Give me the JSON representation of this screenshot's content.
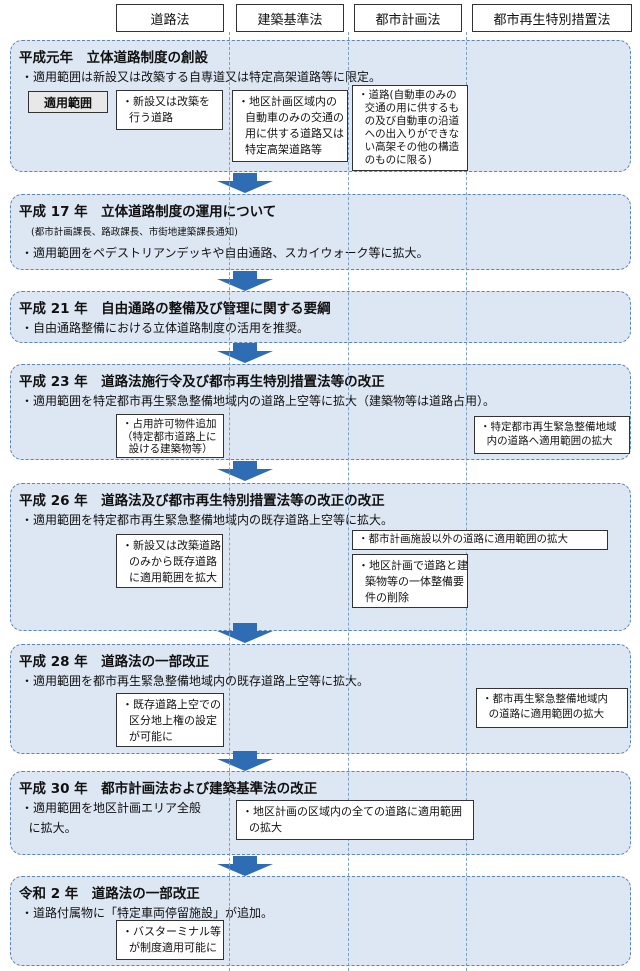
{
  "header": {
    "road_law": "道路法",
    "building_law": "建築基準法",
    "city_planning_law": "都市計画法",
    "urban_renaissance_law": "都市再生特別措置法"
  },
  "colors": {
    "panel_fill": "#dde6f3",
    "panel_border": "#5b84b8",
    "arrow": "#2e6db4"
  },
  "sections": [
    {
      "title": "平成元年　立体道路制度の創設",
      "bullet": "・適用範囲は新設又は改築する自専道又は特定高架道路等に限定。",
      "tag": "適用範囲",
      "boxes": [
        [
          "・新設又は改築を",
          "  行う道路"
        ],
        [
          "・地区計画区域内の",
          "  自動車のみの交通の",
          "  用に供する道路又は",
          "  特定高架道路等"
        ],
        [
          "・道路(自動車のみの",
          "  交通の用に供するも",
          "  の及び自動車の沿道",
          "  への出入りができな",
          "  い高架その他の構造",
          "  のものに限る)"
        ]
      ]
    },
    {
      "title": "平成 17 年　立体道路制度の運用について",
      "note": "(都市計画課長、路政課長、市街地建築課長通知)",
      "bullet": "・適用範囲をペデストリアンデッキや自由通路、スカイウォーク等に拡大。"
    },
    {
      "title": "平成 21 年　自由通路の整備及び管理に関する要綱",
      "bullet": "・自由通路整備における立体道路制度の活用を推奨。"
    },
    {
      "title": "平成 23 年　道路法施行令及び都市再生特別措置法等の改正",
      "bullet": "・適用範囲を特定都市再生緊急整備地域内の道路上空等に拡大（建築物等は道路占用）。",
      "boxes": [
        [
          "・占用許可物件追加",
          "（特定都市道路上に",
          "  設ける建築物等）"
        ],
        [
          "・特定都市再生緊急整備地域",
          "  内の道路へ適用範囲の拡大"
        ]
      ]
    },
    {
      "title": "平成 26 年　道路法及び都市再生特別措置法等の改正の改正",
      "bullet": "・適用範囲を特定都市再生緊急整備地域内の既存道路上空等に拡大。",
      "boxes": [
        [
          "・新設又は改築道路",
          "  のみから既存道路",
          "  に適用範囲を拡大"
        ],
        [
          "・都市計画施設以外の道路に適用範囲の拡大"
        ],
        [
          "・地区計画で道路と建",
          "  築物等の一体整備要",
          "  件の削除"
        ]
      ]
    },
    {
      "title": "平成 28 年　道路法の一部改正",
      "bullet": "・適用範囲を都市再生緊急整備地域内の既存道路上空等に拡大。",
      "boxes": [
        [
          "・既存道路上空での",
          "  区分地上権の設定",
          "  が可能に"
        ],
        [
          "・都市再生緊急整備地域内",
          "  の道路に適用範囲の拡大"
        ]
      ]
    },
    {
      "title": "平成 30 年　都市計画法および建築基準法の改正",
      "bullet_lines": [
        "・適用範囲を地区計画エリア全般",
        "  に拡大。"
      ],
      "boxes": [
        [
          "・地区計画の区域内の全ての道路に適用範囲",
          "  の拡大"
        ]
      ]
    },
    {
      "title": "令和 2 年　道路法の一部改正",
      "bullet": "・道路付属物に「特定車両停留施設」が追加。",
      "boxes": [
        [
          "・バスターミナル等",
          "  が制度適用可能に"
        ]
      ]
    }
  ]
}
